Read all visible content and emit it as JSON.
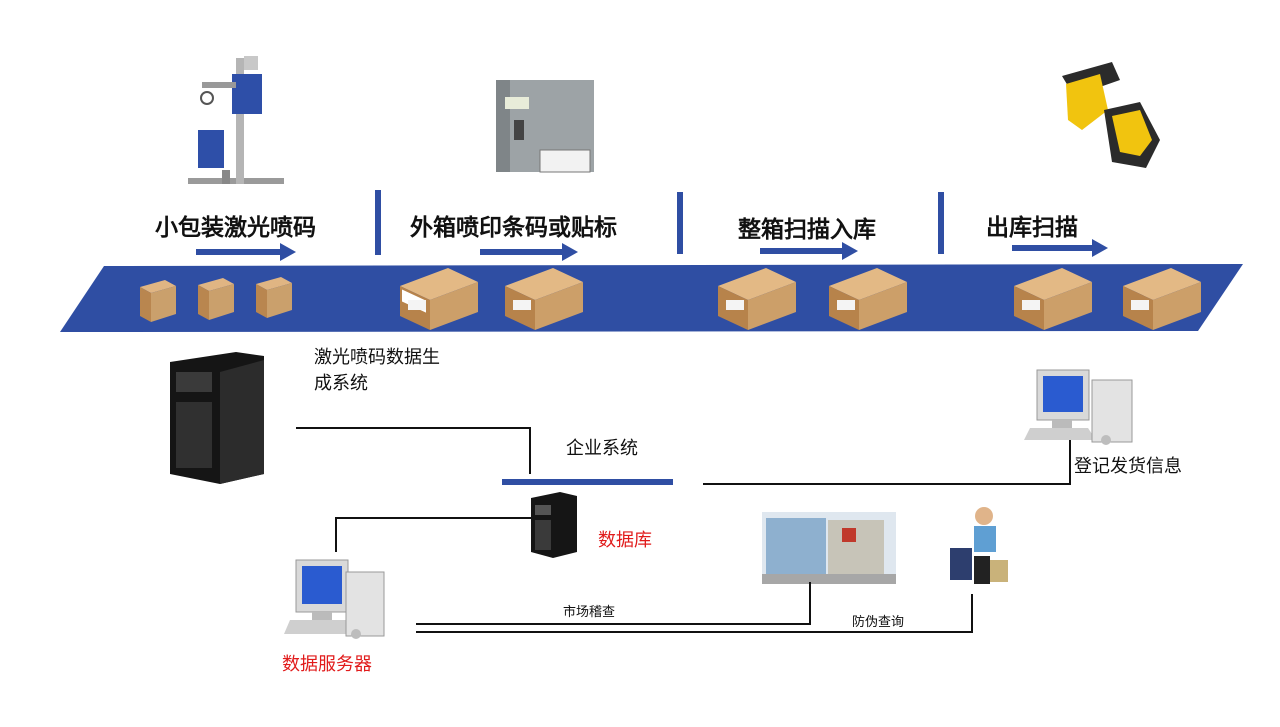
{
  "stages": [
    {
      "label": "小包装激光喷码"
    },
    {
      "label": "外箱喷印条码或贴标"
    },
    {
      "label": "整箱扫描入库"
    },
    {
      "label": "出库扫描"
    }
  ],
  "labels": {
    "laser_system": "激光喷码数据生成系统",
    "enterprise": "企业系统",
    "register": "登记发货信息",
    "database": "数据库",
    "data_server": "数据服务器",
    "market_check": "市场稽查",
    "anti_fake": "防伪查询"
  },
  "colors": {
    "belt": "#2f4ea3",
    "divider": "#2f4ea3",
    "arrow": "#2f4ea3",
    "box": "#c8955e",
    "red_text": "#e11b1b"
  }
}
